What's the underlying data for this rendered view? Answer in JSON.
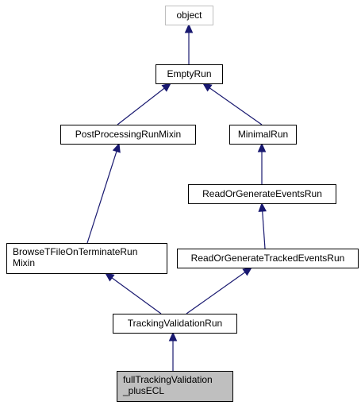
{
  "diagram": {
    "nodes": [
      {
        "id": "object",
        "lines": [
          "object"
        ],
        "style": "muted"
      },
      {
        "id": "EmptyRun",
        "lines": [
          "EmptyRun"
        ],
        "style": "normal"
      },
      {
        "id": "PostProcessingRunMixin",
        "lines": [
          "PostProcessingRunMixin"
        ],
        "style": "normal"
      },
      {
        "id": "MinimalRun",
        "lines": [
          "MinimalRun"
        ],
        "style": "normal"
      },
      {
        "id": "ReadOrGenerateEventsRun",
        "lines": [
          "ReadOrGenerateEventsRun"
        ],
        "style": "normal"
      },
      {
        "id": "BrowseTFileOnTerminateRunMixin",
        "lines": [
          "BrowseTFileOnTerminateRun",
          "Mixin"
        ],
        "style": "normal"
      },
      {
        "id": "ReadOrGenerateTrackedEventsRun",
        "lines": [
          "ReadOrGenerateTrackedEventsRun"
        ],
        "style": "normal"
      },
      {
        "id": "TrackingValidationRun",
        "lines": [
          "TrackingValidationRun"
        ],
        "style": "normal"
      },
      {
        "id": "fullTrackingValidation_plusECL",
        "lines": [
          "fullTrackingValidation",
          "_plusECL"
        ],
        "style": "current"
      }
    ],
    "edges": [
      {
        "from": "EmptyRun",
        "to": "object"
      },
      {
        "from": "PostProcessingRunMixin",
        "to": "EmptyRun"
      },
      {
        "from": "MinimalRun",
        "to": "EmptyRun"
      },
      {
        "from": "ReadOrGenerateEventsRun",
        "to": "MinimalRun"
      },
      {
        "from": "BrowseTFileOnTerminateRunMixin",
        "to": "PostProcessingRunMixin"
      },
      {
        "from": "ReadOrGenerateTrackedEventsRun",
        "to": "ReadOrGenerateEventsRun"
      },
      {
        "from": "TrackingValidationRun",
        "to": "BrowseTFileOnTerminateRunMixin"
      },
      {
        "from": "TrackingValidationRun",
        "to": "ReadOrGenerateTrackedEventsRun"
      },
      {
        "from": "fullTrackingValidation_plusECL",
        "to": "TrackingValidationRun"
      }
    ]
  }
}
